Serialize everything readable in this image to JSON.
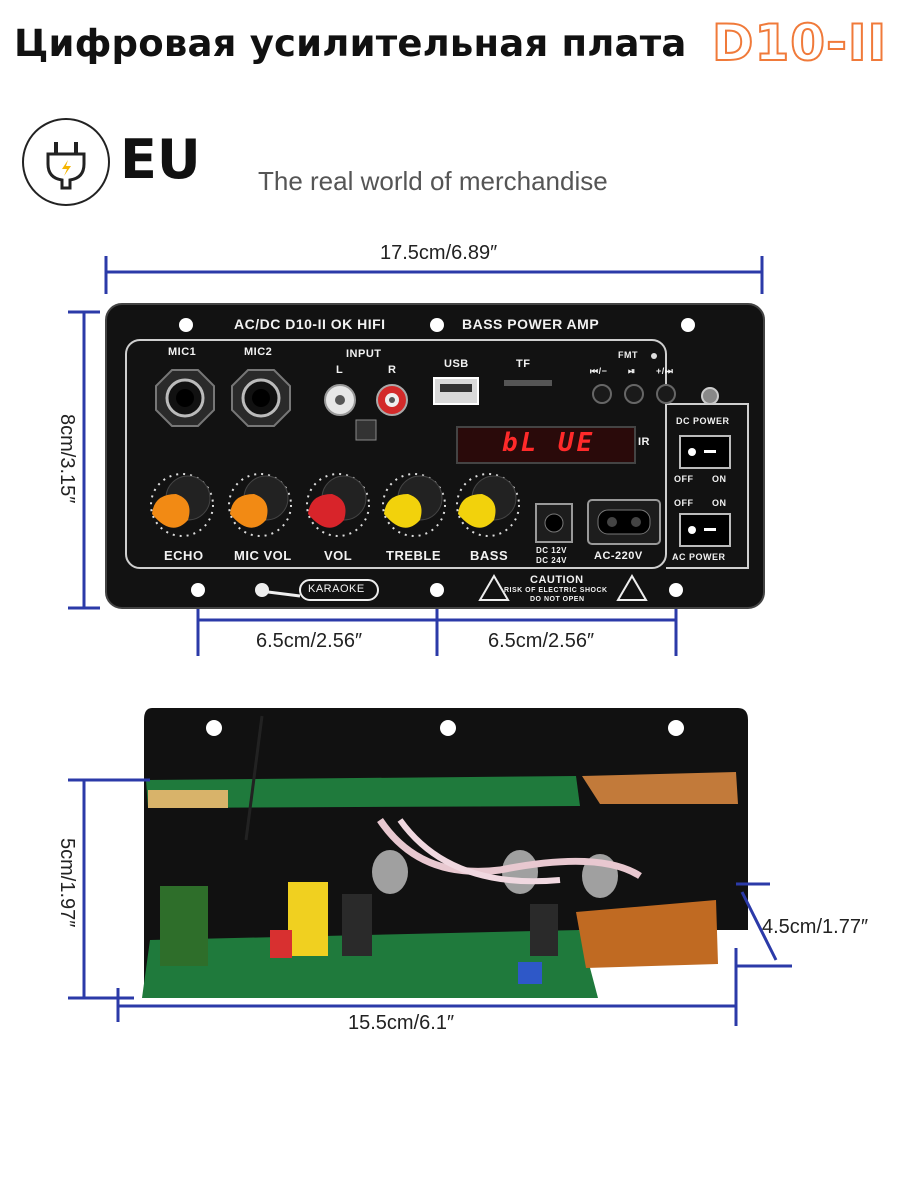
{
  "header": {
    "title": "Цифровая усилительная плата",
    "model": "D10-II",
    "plug_region": "EU",
    "tagline": "The real world of merchandise"
  },
  "dimensions": {
    "top_width": "17.5cm/6.89″",
    "top_height": "8cm/3.15″",
    "hole_spacing_left": "6.5cm/2.56″",
    "hole_spacing_right": "6.5cm/2.56″",
    "bottom_height": "5cm/1.97″",
    "bottom_depth": "4.5cm/1.77″",
    "bottom_width": "15.5cm/6.1″"
  },
  "panel": {
    "header_left": "AC/DC D10-II OK HIFI",
    "header_right": "BASS POWER AMP",
    "mic1": "MIC1",
    "mic2": "MIC2",
    "input": "INPUT",
    "input_l": "L",
    "input_r": "R",
    "usb": "USB",
    "tf": "TF",
    "fmt": "FMT",
    "btn_prev": "⏮/−",
    "btn_play": "⏯",
    "btn_next": "+/⏭",
    "display": "bL UE",
    "ir": "IR",
    "dc_power": "DC POWER",
    "ac_power": "AC POWER",
    "off": "OFF",
    "on": "ON",
    "knobs": [
      "ECHO",
      "MIC VOL",
      "VOL",
      "TREBLE",
      "BASS"
    ],
    "dc_spec_1": "DC 12V",
    "dc_spec_2": "DC 24V",
    "ac_spec": "AC-220V",
    "karaoke": "KARAOKE",
    "caution": "CAUTION",
    "caution_line1": "RISK OF ELECTRIC SHOCK",
    "caution_line2": "DO NOT OPEN"
  },
  "colors": {
    "dimension_line": "#2b3aa8",
    "model_outline": "#f07a3a",
    "panel": "#121212",
    "knob_orange": "#f28a14",
    "knob_red": "#d8242a",
    "knob_yellow": "#f2d20c",
    "pcb_green": "#1f7a3c"
  },
  "icons": {
    "plug": "power-plug-icon",
    "warning": "warning-triangle-icon",
    "microphone": "microphone-icon"
  }
}
